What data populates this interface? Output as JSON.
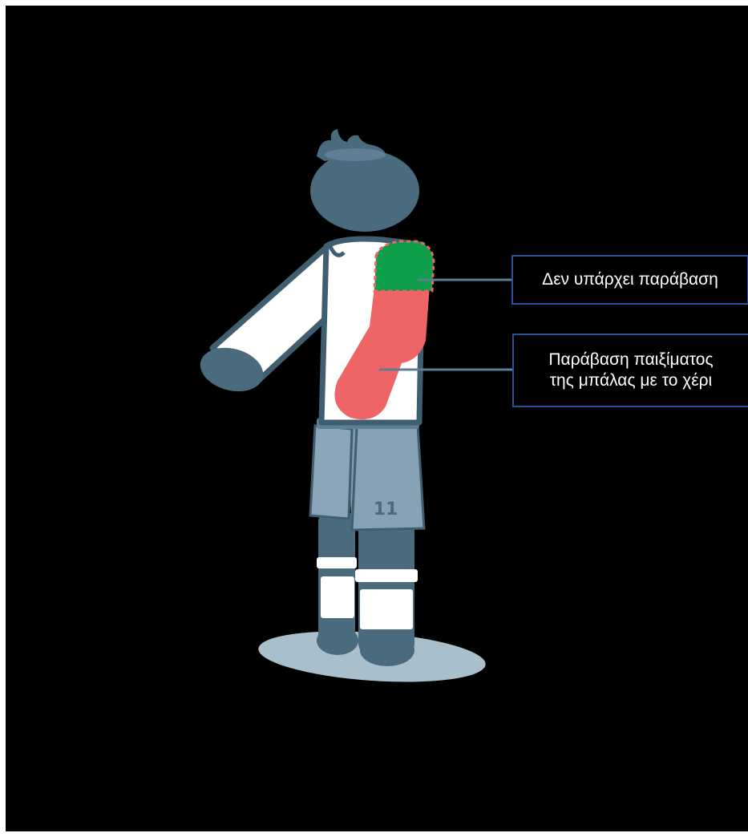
{
  "labels": {
    "no_violation": "Δεν υπάρχει παράβαση",
    "handball": "Παράβαση παιξίματος\nτης μπάλας με το χέρι"
  },
  "player": {
    "shirt_number": "11"
  },
  "colors": {
    "background": "#000000",
    "skin_dark": "#4a6a7e",
    "shorts": "#7f9cae",
    "shorts_dark": "#6b8799",
    "outline": "#3f5e70",
    "shirt": "#ffffff",
    "shadow": "#a9bfcc",
    "violation_zone": "#ef6465",
    "allowed_zone": "#0f9e4a",
    "label_border": "#2f4f9c",
    "leader_line": "#5e7f95"
  }
}
